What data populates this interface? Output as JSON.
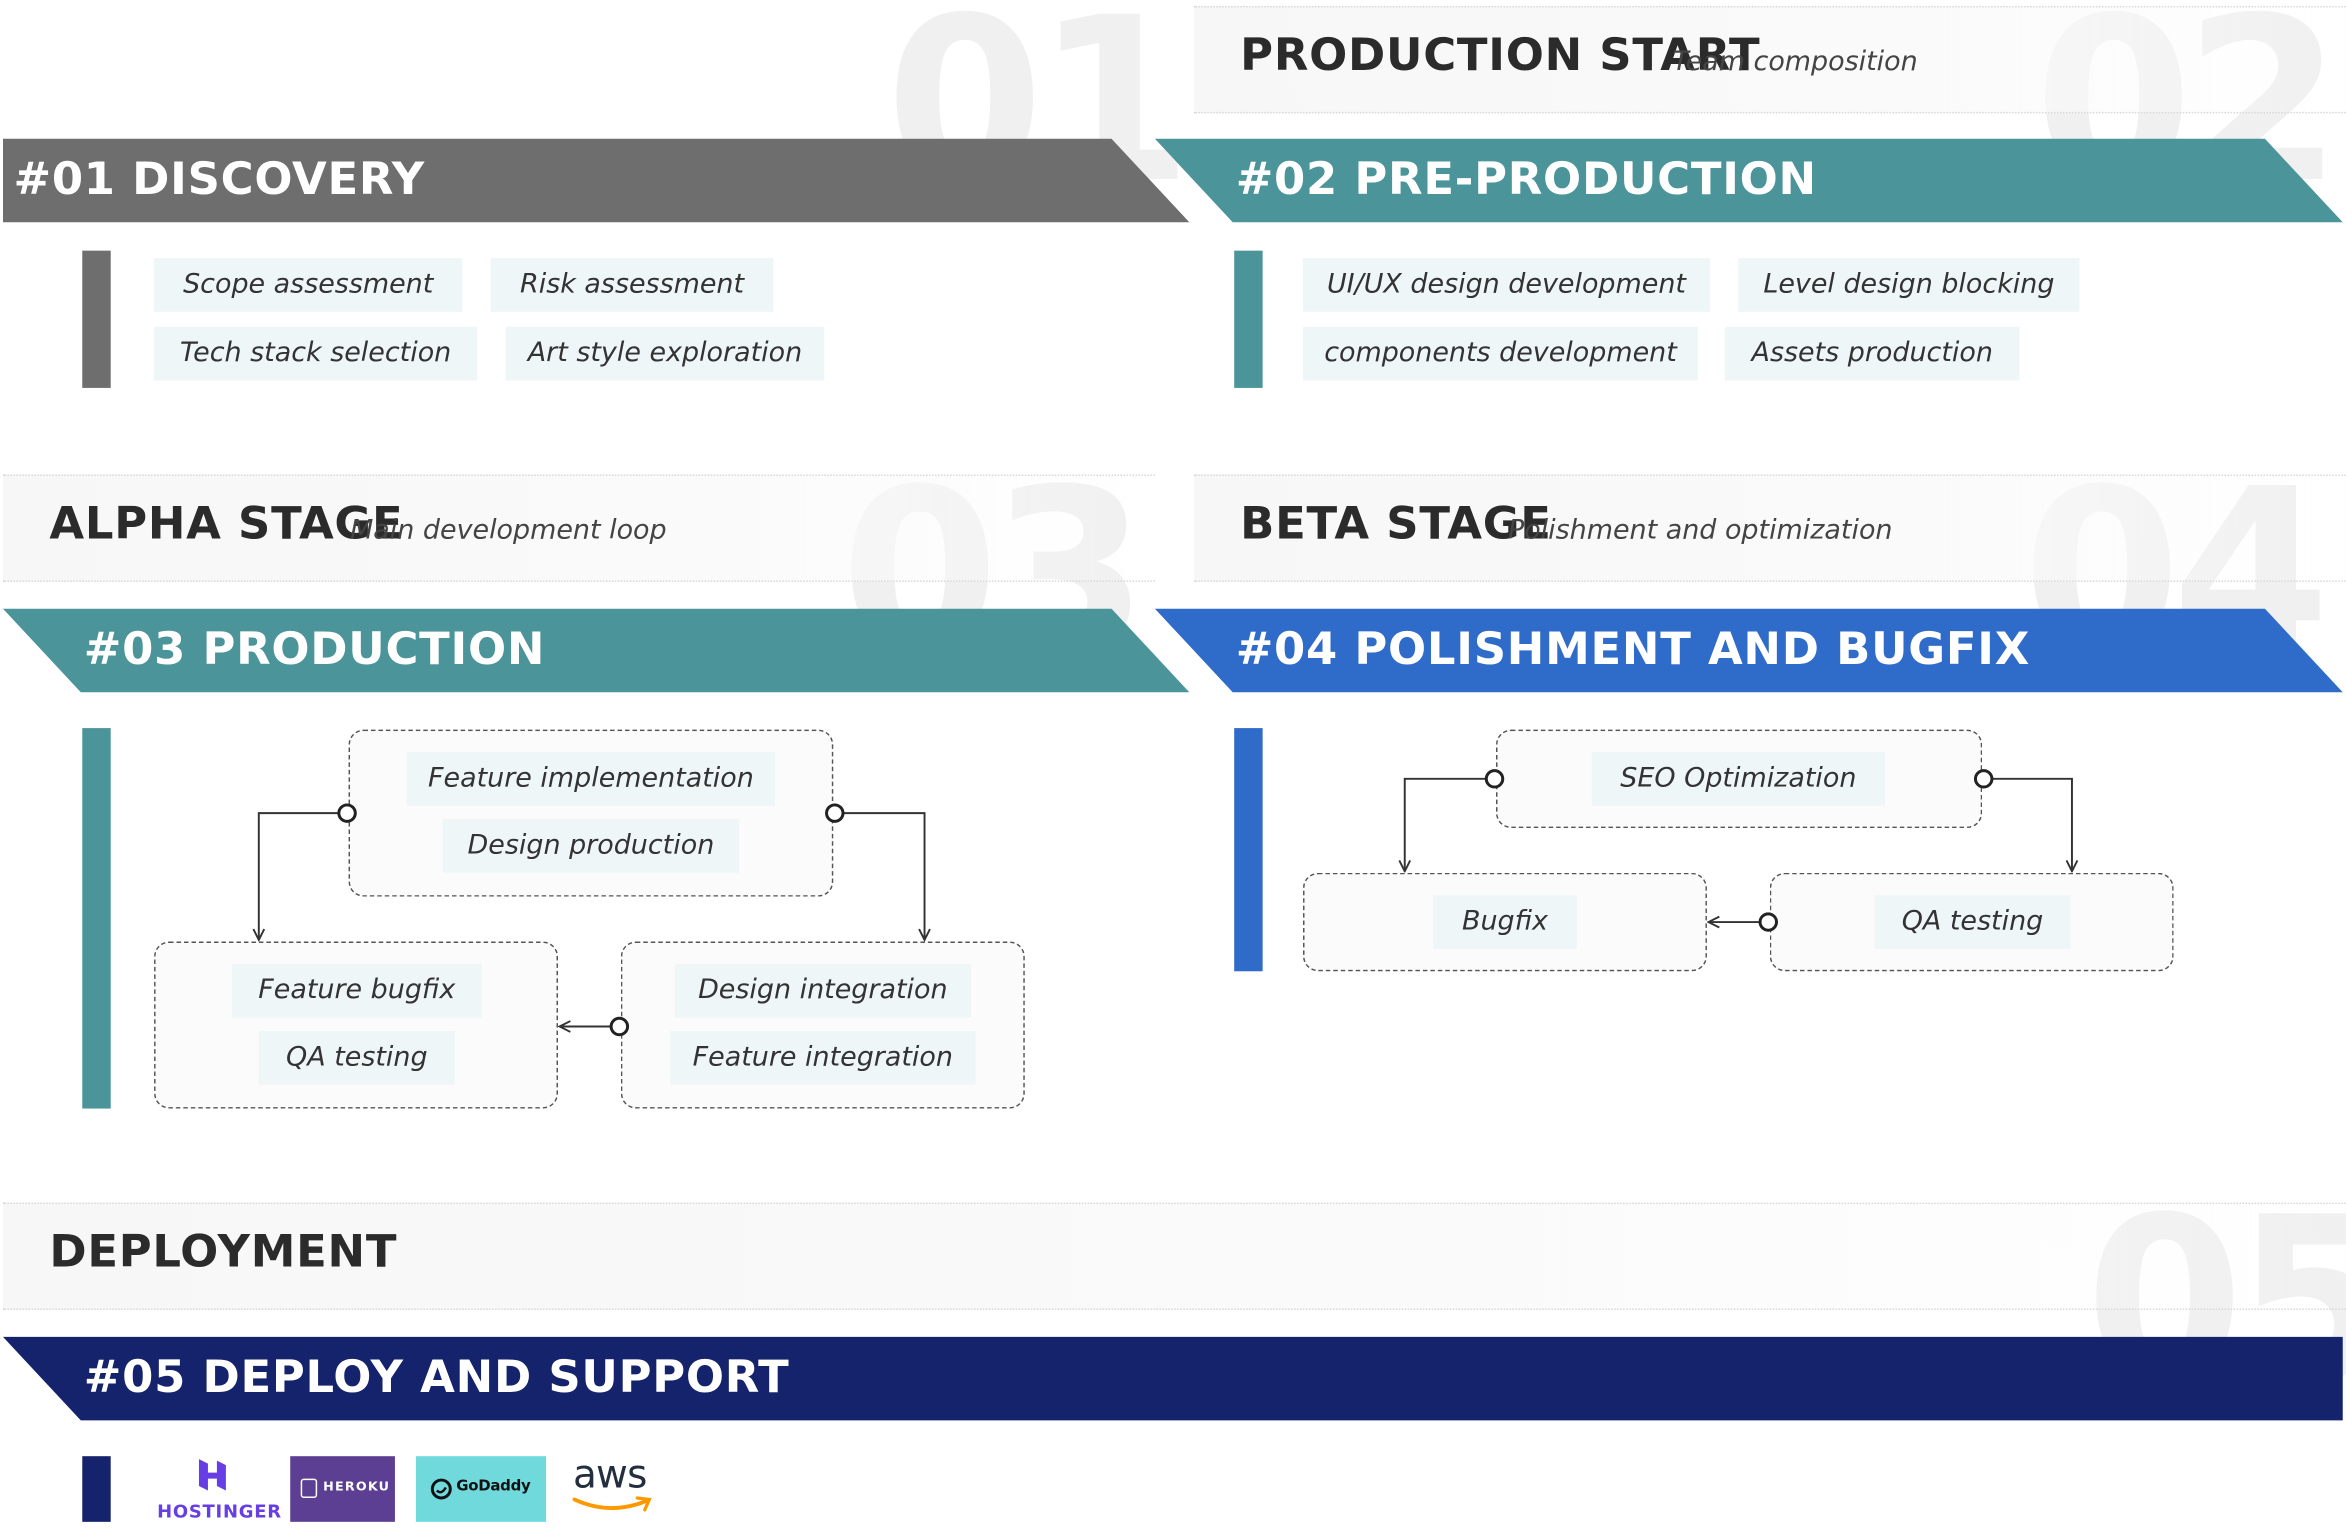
{
  "watermarks": [
    "01",
    "02",
    "03",
    "04",
    "05"
  ],
  "sections": {
    "production_start": {
      "title": "PRODUCTION START",
      "subtitle": "Team composition"
    },
    "alpha_stage": {
      "title": "ALPHA STAGE",
      "subtitle": "Main development loop"
    },
    "beta_stage": {
      "title": "BETA STAGE",
      "subtitle": "Polishment and optimization"
    },
    "deployment": {
      "title": "DEPLOYMENT"
    }
  },
  "stages": {
    "discovery": {
      "label": "#01 DISCOVERY",
      "color": "#6e6e6e",
      "items": [
        "Scope assessment",
        "Risk assessment",
        "Tech stack selection",
        "Art style exploration"
      ]
    },
    "pre_production": {
      "label": "#02 PRE-PRODUCTION",
      "color": "#4a949a",
      "items": [
        "UI/UX design development",
        "Level design blocking",
        "components development",
        "Assets production"
      ]
    },
    "production": {
      "label": "#03 PRODUCTION",
      "color": "#4a949a",
      "top_group": [
        "Feature implementation",
        "Design production"
      ],
      "left_group": [
        "Feature bugfix",
        "QA testing"
      ],
      "right_group": [
        "Design integration",
        "Feature integration"
      ]
    },
    "polishment": {
      "label": "#04 POLISHMENT AND BUGFIX",
      "color": "#2f6bc8",
      "top_group": [
        "SEO Optimization"
      ],
      "left_group": [
        "Bugfix"
      ],
      "right_group": [
        "QA testing"
      ]
    },
    "deploy": {
      "label": "#05 DEPLOY AND SUPPORT",
      "color": "#14236b",
      "logos": {
        "hostinger": "HOSTINGER",
        "heroku": "HEROKU",
        "godaddy": "GoDaddy",
        "aws": "aws"
      }
    }
  },
  "colors": {
    "grey": "#6e6e6e",
    "teal": "#4a949a",
    "blue": "#2f6bc8",
    "navy": "#14236b"
  }
}
